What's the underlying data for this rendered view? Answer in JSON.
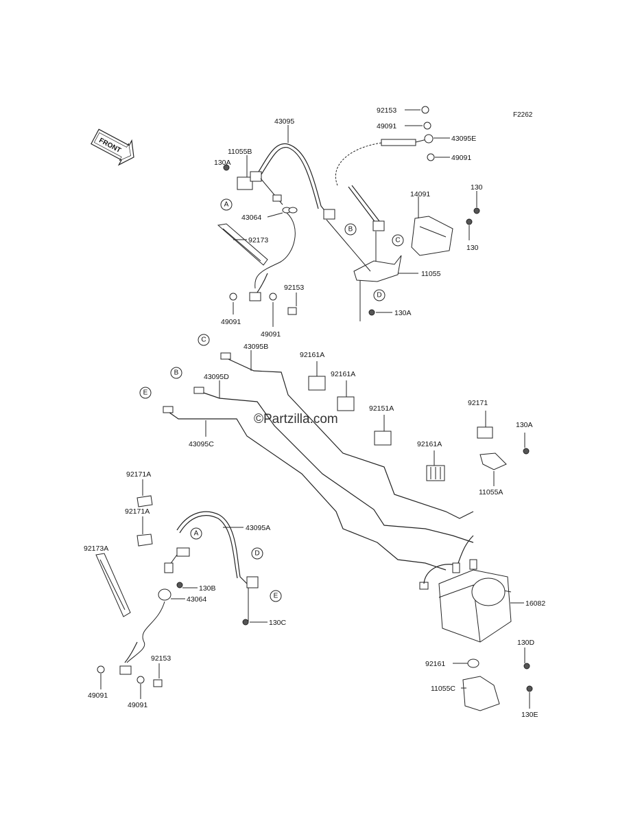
{
  "figure_code": "F2262",
  "watermark": "©Partzilla.com",
  "front_arrow_label": "FRONT",
  "callouts": [
    "A",
    "B",
    "C",
    "D",
    "E"
  ],
  "labels": {
    "p92153_top": "92153",
    "p49091_top": "49091",
    "p43095E": "43095E",
    "p49091_top2": "49091",
    "p43095": "43095",
    "p11055B": "11055B",
    "p130A_top": "130A",
    "p43064_top": "43064",
    "p92173": "92173",
    "p92153_mid": "92153",
    "p49091_left": "49091",
    "p49091_mid": "49091",
    "p14091": "14091",
    "p130_a": "130",
    "p130_b": "130",
    "p11055": "11055",
    "p130A_mid": "130A",
    "p43095B": "43095B",
    "p43095D": "43095D",
    "p43095C": "43095C",
    "p92161A_1": "92161A",
    "p92161A_2": "92161A",
    "p92151A": "92151A",
    "p92161A_3": "92161A",
    "p92171": "92171",
    "p130A_right": "130A",
    "p11055A": "11055A",
    "p92171A_1": "92171A",
    "p92171A_2": "92171A",
    "p92173A": "92173A",
    "p43095A": "43095A",
    "p130B": "130B",
    "p43064_bot": "43064",
    "p130C": "130C",
    "p16082": "16082",
    "p92153_bot": "92153",
    "p49091_bl": "49091",
    "p49091_bm": "49091",
    "p92161": "92161",
    "p130D": "130D",
    "p11055C": "11055C",
    "p130E": "130E"
  }
}
